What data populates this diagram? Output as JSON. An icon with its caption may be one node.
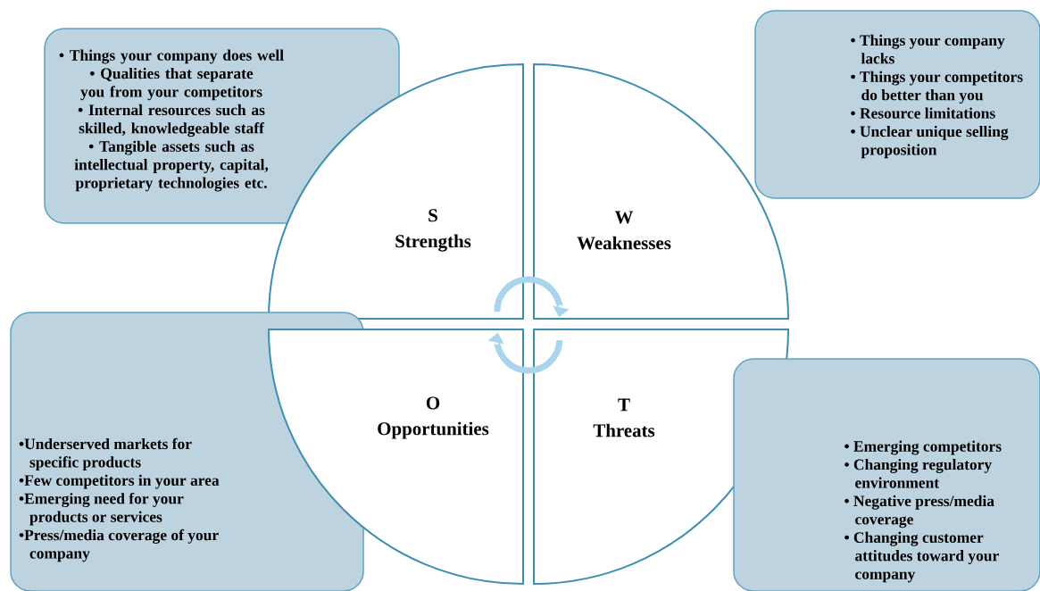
{
  "diagram": {
    "nodes": [
      {
        "text": [
          "• Things your company does well",
          "• Qualities that separate you from your competitors",
          "• Internal resources such as skilled, knowledgeable staff",
          "• Tangible assets such as intellectual property, capital, proprietary technologies etc."
        ]
      },
      {
        "text": [
          "• Things your company lacks",
          "• Things your competitors do better than you",
          "• Resource limitations",
          "• Unclear unique selling proposition"
        ]
      },
      {
        "text": [
          "S",
          "Strengths"
        ]
      },
      {
        "text": [
          "W",
          "Weaknesses"
        ]
      },
      {
        "text": [
          "•Underserved markets for specific products",
          "•Few competitors in your area",
          "•Emerging need for your products or services",
          "•Press/media coverage of your company"
        ]
      },
      {
        "text": [
          "O",
          "Opportunities"
        ]
      },
      {
        "text": [
          "T",
          "Threats"
        ]
      },
      {
        "text": [
          "• Emerging competitors",
          "• Changing regulatory environment",
          "• Negative press/media coverage",
          "• Changing customer attitudes toward your company"
        ]
      }
    ],
    "edges": [
      {
        "from": 2,
        "to": 3,
        "arrow": "to"
      },
      {
        "from": 6,
        "to": 5,
        "arrow": "to"
      }
    ]
  }
}
